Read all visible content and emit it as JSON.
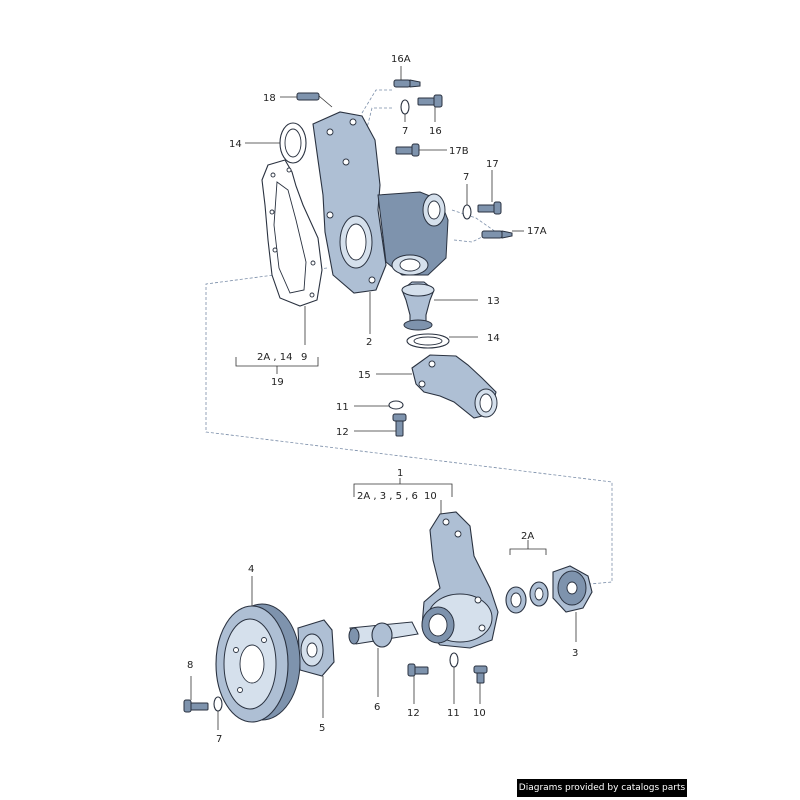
{
  "labels": {
    "l18": "18",
    "l16A": "16A",
    "l14a": "14",
    "l7a": "7",
    "l16": "16",
    "l17B": "17B",
    "l17": "17",
    "l7b": "7",
    "l17A": "17A",
    "l13": "13",
    "l14b": "14",
    "l2": "2",
    "l2A14": "2A , 14",
    "l9": "9",
    "l19": "19",
    "l15": "15",
    "l11a": "11",
    "l12a": "12",
    "l1": "1",
    "l2A356": "2A , 3 , 5 , 6",
    "l10a": "10",
    "l2Ab": "2A",
    "l4": "4",
    "l3": "3",
    "l8": "8",
    "l7c": "7",
    "l5": "5",
    "l6": "6",
    "l12b": "12",
    "l11b": "11",
    "l10b": "10"
  },
  "credit": "Diagrams provided by catalogs parts",
  "colors": {
    "part_fill": "#aebfd4",
    "outline": "#2a3240",
    "dashed_leader": "#7a8da8"
  }
}
